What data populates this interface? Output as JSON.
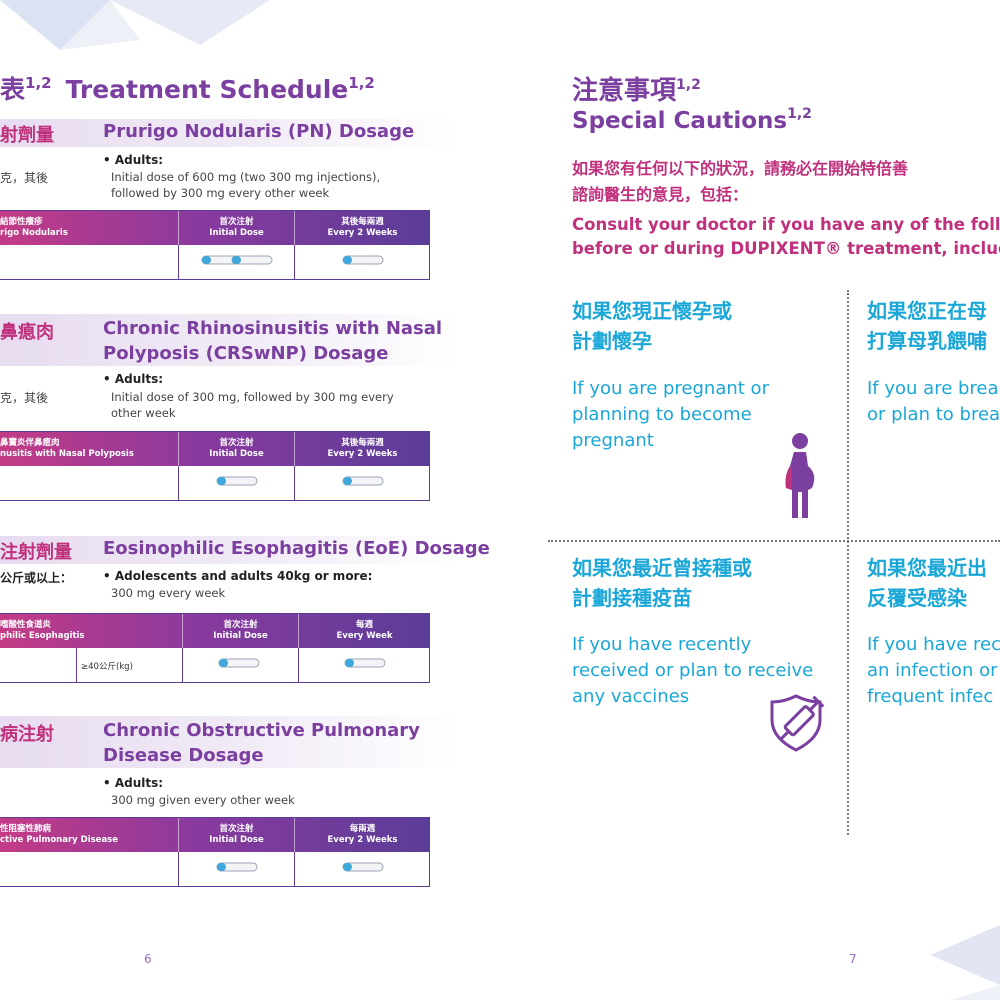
{
  "left_page": {
    "title_zh": "表",
    "title_en": "Treatment Schedule",
    "title_ref": "1,2",
    "page_number": "6",
    "sections": [
      {
        "heading_zh": "射劑量",
        "heading_en": "Prurigo Nodularis (PN) Dosage",
        "left_note": "克，其後",
        "bullet_head": "• Adults:",
        "bullet_text": "Initial dose of 600 mg (two 300 mg injections), followed by 300 mg every other week",
        "table": {
          "condition_zh": "結節性癢疹",
          "condition_en": "rigo Nodularis",
          "col1_zh": "首次注射",
          "col1_en": "Initial Dose",
          "col2_zh": "其後每兩週",
          "col2_en": "Every 2 Weeks",
          "note": "",
          "initial_pens": 2,
          "followup_pens": 1
        }
      },
      {
        "heading_zh": "鼻瘜肉",
        "heading_en": "Chronic Rhinosinusitis with Nasal Polyposis (CRSwNP) Dosage",
        "left_note": "克，其後",
        "bullet_head": "• Adults:",
        "bullet_text": "Initial dose of 300 mg, followed by 300 mg every other week",
        "table": {
          "condition_zh": "鼻竇炎伴鼻瘜肉",
          "condition_en": "nusitis with Nasal Polyposis",
          "col1_zh": "首次注射",
          "col1_en": "Initial Dose",
          "col2_zh": "其後每兩週",
          "col2_en": "Every 2 Weeks",
          "note": "",
          "initial_pens": 1,
          "followup_pens": 1
        }
      },
      {
        "heading_zh": "注射劑量",
        "heading_en": "Eosinophilic Esophagitis (EoE) Dosage",
        "left_note": "公斤或以上：",
        "bullet_head": "• Adolescents and adults 40kg or more:",
        "bullet_text": "300 mg every week",
        "table": {
          "condition_zh": "嗜酸性食道炎",
          "condition_en": "philic Esophagitis",
          "col1_zh": "首次注射",
          "col1_en": "Initial Dose",
          "col2_zh": "每週",
          "col2_en": "Every Week",
          "note": "≥40公斤(kg)",
          "initial_pens": 1,
          "followup_pens": 1
        }
      },
      {
        "heading_zh": "病注射",
        "heading_en": "Chronic Obstructive Pulmonary Disease Dosage",
        "left_note": "",
        "bullet_head": "• Adults:",
        "bullet_text": "300 mg given every other week",
        "table": {
          "condition_zh": "性阻塞性肺病",
          "condition_en": "ctive Pulmonary Disease",
          "col1_zh": "首次注射",
          "col1_en": "Initial Dose",
          "col2_zh": "每兩週",
          "col2_en": "Every 2 Weeks",
          "note": "",
          "initial_pens": 1,
          "followup_pens": 1
        }
      }
    ]
  },
  "right_page": {
    "title_zh": "注意事項",
    "title_en": "Special Cautions",
    "title_ref": "1,2",
    "page_number": "7",
    "intro_zh_line1": "如果您有任何以下的狀況，請務必在開始特倍善",
    "intro_zh_line2": "諮詢醫生的意見，包括：",
    "intro_en_line1": "Consult your doctor if you have any of the follow",
    "intro_en_line2": "before or during DUPIXENT® treatment, includin",
    "cautions": [
      {
        "zh_line1": "如果您現正懷孕或",
        "zh_line2": "計劃懷孕",
        "en_lines": [
          "If you are pregnant or",
          "planning to become",
          "pregnant"
        ],
        "icon": "pregnant-woman-icon"
      },
      {
        "zh_line1": "如果您正在母",
        "zh_line2": "打算母乳餵哺",
        "en_lines": [
          "If you are brea",
          "or plan to brea"
        ],
        "icon": ""
      },
      {
        "zh_line1": "如果您最近曾接種或",
        "zh_line2": "計劃接種疫苗",
        "en_lines": [
          "If you have recently",
          "received or plan to receive",
          "any vaccines"
        ],
        "icon": "vaccine-shield-icon"
      },
      {
        "zh_line1": "如果您最近出",
        "zh_line2": "反覆受感染",
        "en_lines": [
          "If you have rec",
          "an infection or",
          "frequent infec"
        ],
        "icon": ""
      }
    ]
  },
  "colors": {
    "purple": "#7b3fa0",
    "magenta": "#c0317d",
    "cyan": "#1aa7d8",
    "table_border": "#5b3d98"
  }
}
